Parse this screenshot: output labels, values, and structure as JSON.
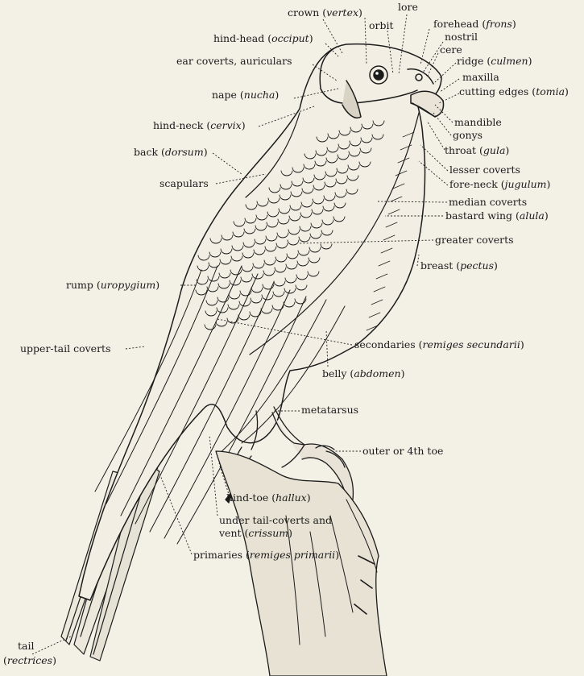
{
  "labels": {
    "crown": {
      "main": "crown (",
      "it": "vertex",
      "end": ")"
    },
    "lore": {
      "main": "lore"
    },
    "orbit": {
      "main": "orbit"
    },
    "forehead": {
      "main": "forehead (",
      "it": "frons",
      "end": ")"
    },
    "nostril": {
      "main": "nostril"
    },
    "cere": {
      "main": "cere"
    },
    "ridge": {
      "main": "ridge (",
      "it": "culmen",
      "end": ")"
    },
    "maxilla": {
      "main": "maxilla"
    },
    "cutting_edges": {
      "main": "cutting edges (",
      "it": "tomia",
      "end": ")"
    },
    "hind_head": {
      "main": "hind-head (",
      "it": "occiput",
      "end": ")"
    },
    "ear_coverts": {
      "main": "ear coverts, auriculars"
    },
    "nape": {
      "main": "nape (",
      "it": "nucha",
      "end": ")"
    },
    "hind_neck": {
      "main": "hind-neck (",
      "it": "cervix",
      "end": ")"
    },
    "mandible": {
      "main": "mandible"
    },
    "gonys": {
      "main": "gonys"
    },
    "throat": {
      "main": "throat (",
      "it": "gula",
      "end": ")"
    },
    "back": {
      "main": "back (",
      "it": "dorsum",
      "end": ")"
    },
    "lesser_coverts": {
      "main": "lesser coverts"
    },
    "fore_neck": {
      "main": "fore-neck (",
      "it": "jugulum",
      "end": ")"
    },
    "scapulars": {
      "main": "scapulars"
    },
    "median_coverts": {
      "main": "median coverts"
    },
    "bastard_wing": {
      "main": "bastard wing (",
      "it": "alula",
      "end": ")"
    },
    "greater_coverts": {
      "main": "greater coverts"
    },
    "breast": {
      "main": "breast (",
      "it": "pectus",
      "end": ")"
    },
    "rump": {
      "main": "rump (",
      "it": "uropygium",
      "end": ")"
    },
    "upper_tail_coverts": {
      "main": "upper-tail coverts"
    },
    "secondaries": {
      "main": "secondaries (",
      "it": "remiges secundarii",
      "end": ")"
    },
    "belly": {
      "main": "belly (",
      "it": "abdomen",
      "end": ")"
    },
    "metatarsus": {
      "main": "metatarsus"
    },
    "outer_toe": {
      "main": "outer or 4th toe"
    },
    "hind_toe": {
      "main": "hind-toe (",
      "it": "hallux",
      "end": ")"
    },
    "under_tail_1": {
      "main": "under tail-coverts and"
    },
    "under_tail_2": {
      "main": "vent (",
      "it": "crissum",
      "end": ")"
    },
    "primaries": {
      "main": "primaries (",
      "it": "remiges primarii",
      "end": ")"
    },
    "tail_1": {
      "main": "tail"
    },
    "tail_2": {
      "main": "(",
      "it": "rectrices",
      "end": ")"
    }
  },
  "colors": {
    "paper": "#f3f0e6",
    "ink": "#1c1c1c"
  }
}
